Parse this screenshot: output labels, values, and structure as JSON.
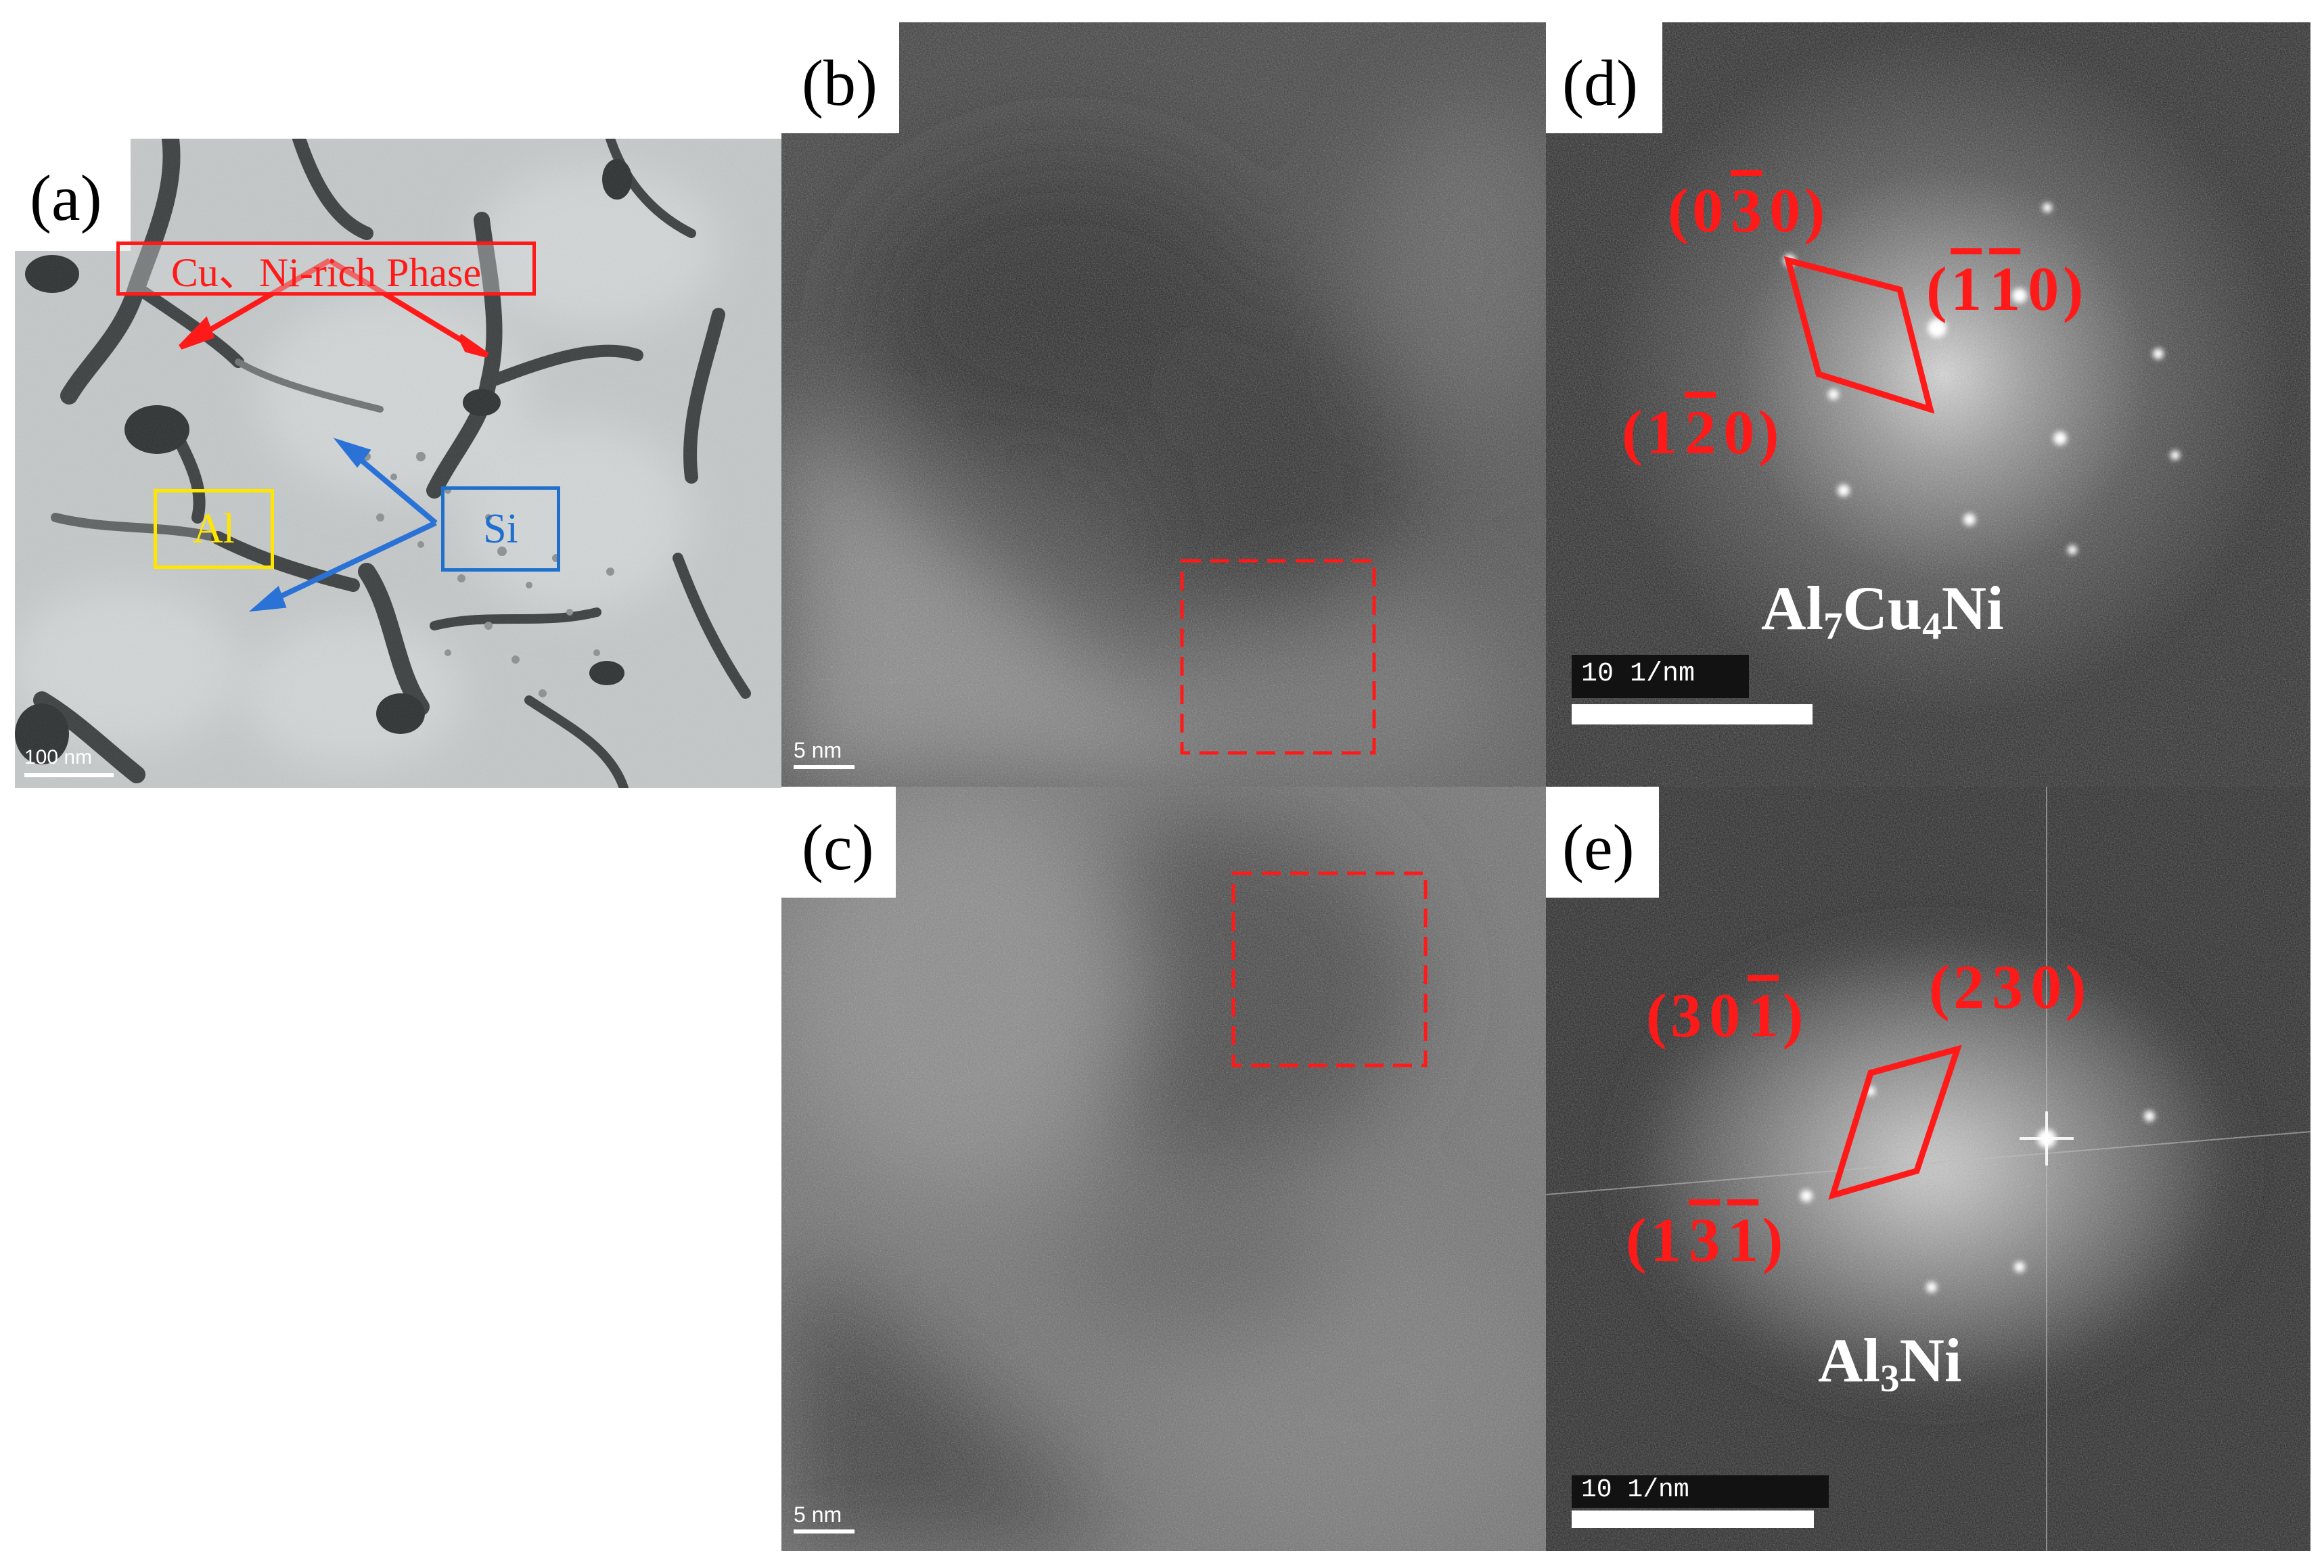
{
  "colors": {
    "annotation_red": "#ff1a1a",
    "label_yellow": "#ffe600",
    "label_blue": "#1f6fcc",
    "white": "#ffffff"
  },
  "panels": {
    "a": {
      "label": "(a)",
      "scale_bar": "100 nm",
      "annotations": {
        "cu_ni_phase": "Cu、Ni-rich Phase",
        "al": "Al",
        "si": "Si"
      }
    },
    "b": {
      "label": "(b)",
      "scale_bar": "5 nm"
    },
    "c": {
      "label": "(c)",
      "scale_bar": "5 nm"
    },
    "d": {
      "label": "(d)",
      "scale_bar": "10 1/nm",
      "phase": {
        "el1": "Al",
        "n1": "7",
        "el2": "Cu",
        "n2": "4",
        "el3": "Ni"
      },
      "indices": {
        "i1": {
          "open": "(",
          "h": "0",
          "k": "3",
          "l": "0",
          "close": ")",
          "bars": [
            "k"
          ]
        },
        "i2": {
          "open": "(",
          "h": "1",
          "k": "1",
          "l": "0",
          "close": ")",
          "bars": [
            "h",
            "k"
          ]
        },
        "i3": {
          "open": "(",
          "h": "1",
          "k": "2",
          "l": "0",
          "close": ")",
          "bars": [
            "k"
          ]
        }
      }
    },
    "e": {
      "label": "(e)",
      "scale_bar": "10 1/nm",
      "phase": {
        "el1": "Al",
        "n1": "3",
        "el2": "Ni"
      },
      "indices": {
        "i1": {
          "open": "(",
          "h": "3",
          "k": "0",
          "l": "1",
          "close": ")",
          "bars": [
            "l"
          ]
        },
        "i2": {
          "open": "(",
          "h": "2",
          "k": "3",
          "l": "0",
          "close": ")",
          "bars": []
        },
        "i3": {
          "open": "(",
          "h": "1",
          "k": "3",
          "l": "1",
          "close": ")",
          "bars": [
            "k",
            "l"
          ]
        }
      }
    }
  }
}
